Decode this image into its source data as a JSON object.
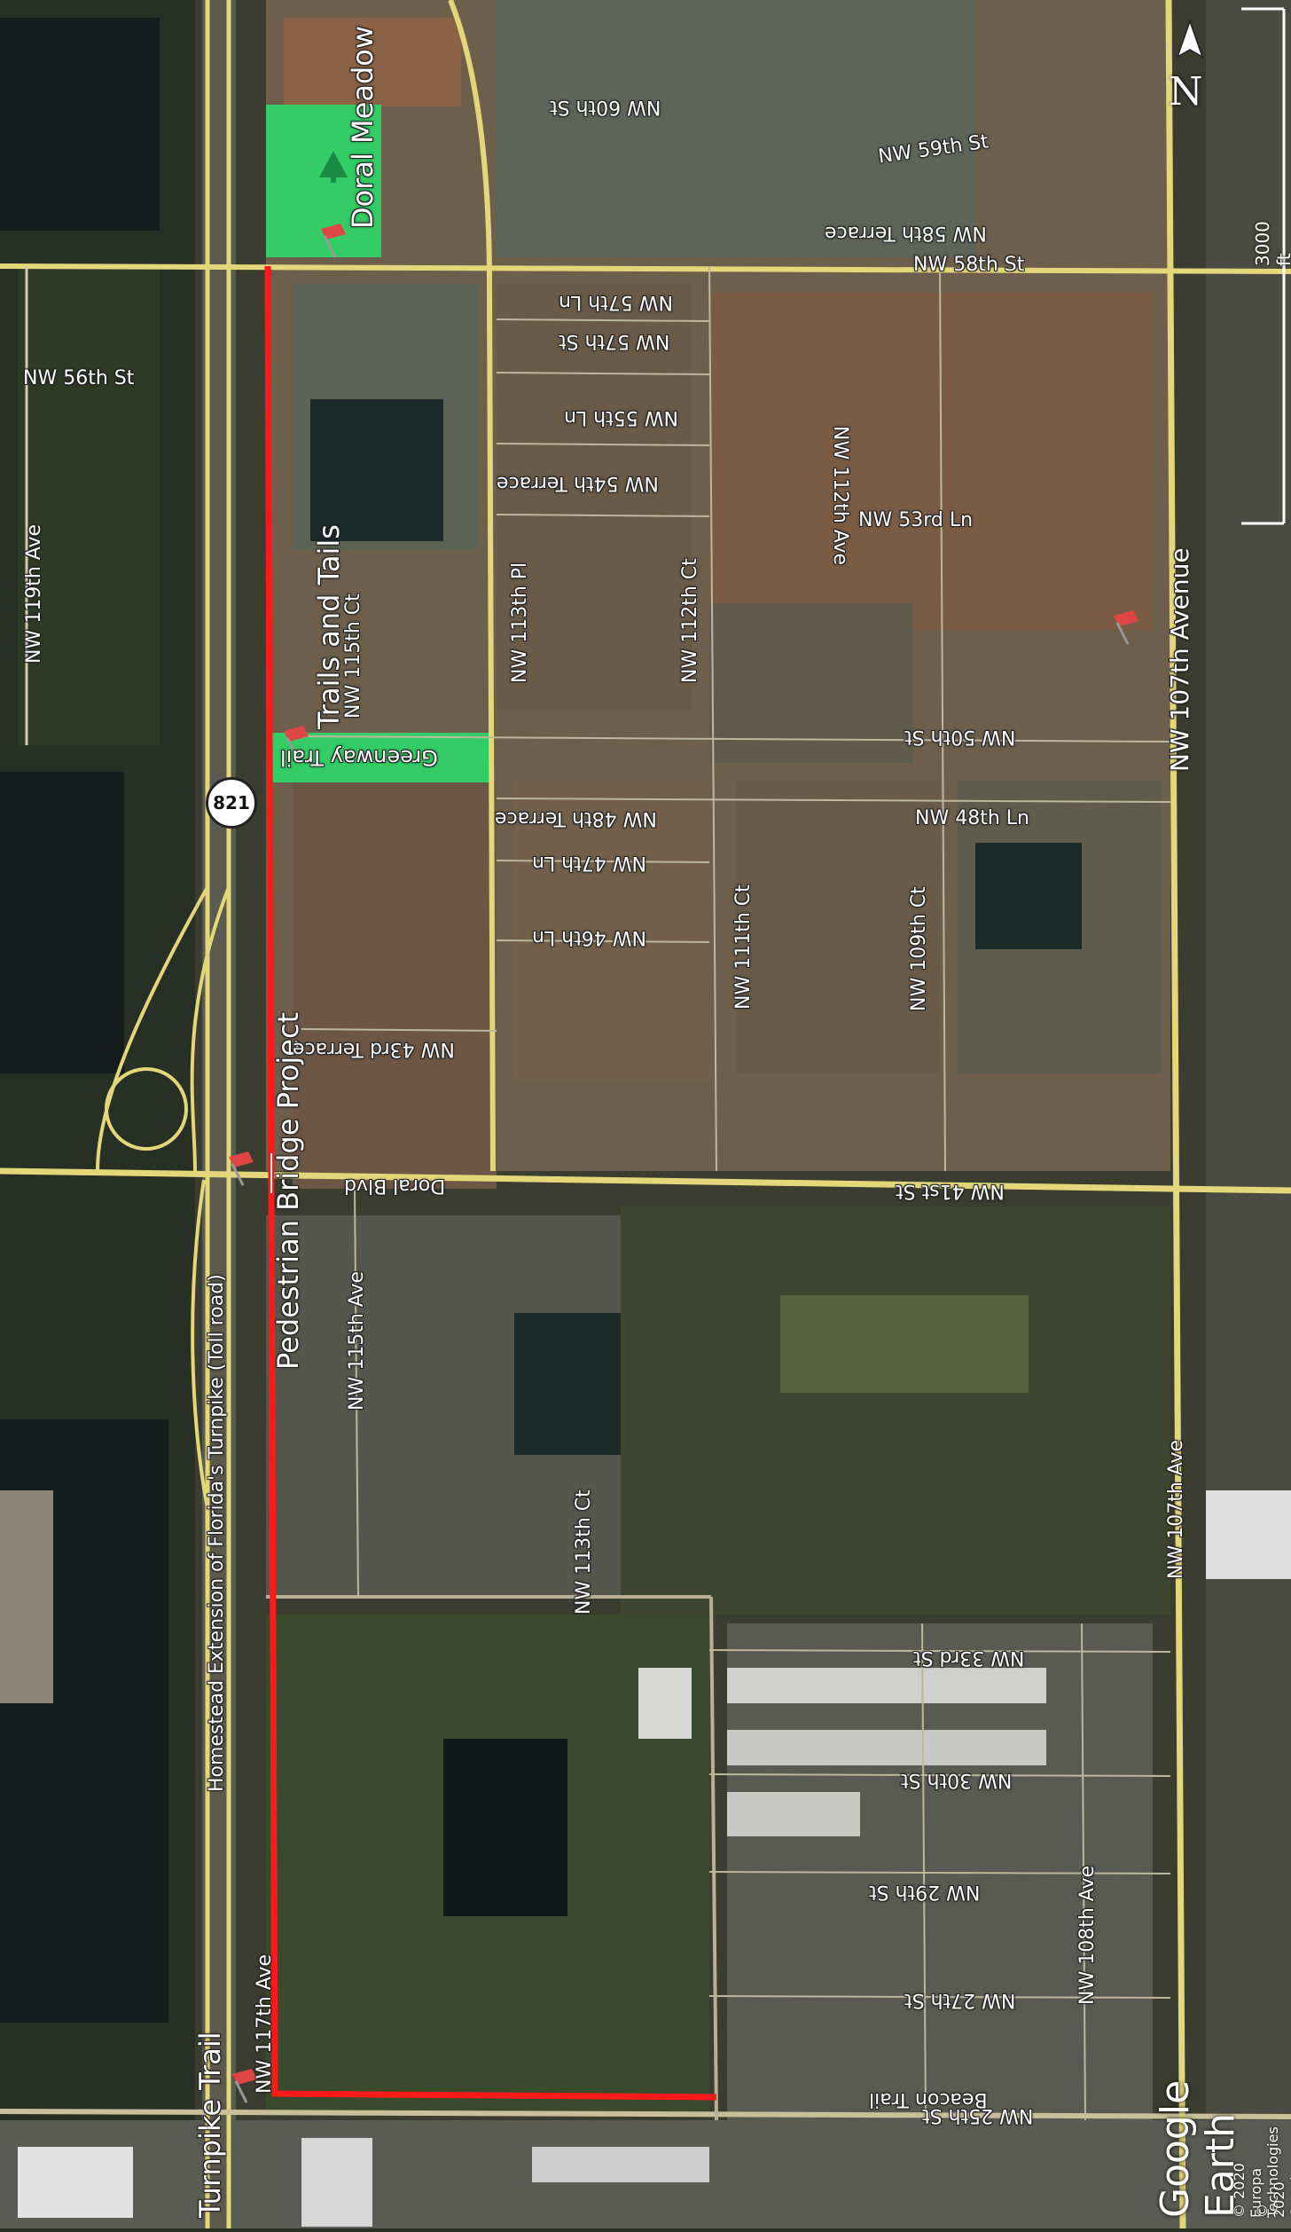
{
  "map": {
    "colors": {
      "road": "#e4d77a",
      "route": "#ff1a1a",
      "park": "#33cc66",
      "water": "#1c2a28",
      "urban": "#6b6758"
    },
    "labels": {
      "doral_meadow": "Doral Meadow",
      "trails_and_tails": "Trails and Tails",
      "greenway_trail": "Greenway Trail",
      "pedestrian_bridge": "Pedestrian Bridge Project",
      "turnpike_trail": "Turnpike Trail",
      "homestead_ext": "Homestead Extension of Florida's Turnpike (Toll road)",
      "shield_821": "821",
      "nw_60th_st": "NW 60th St",
      "nw_59th_st": "NW 59th St",
      "nw_58th_terrace": "NW 58th Terrace",
      "nw_58th_st": "NW 58th St",
      "nw_57th_ln": "NW 57th Ln",
      "nw_57th_st": "NW 57th St",
      "nw_56th_st": "NW 56th St",
      "nw_55th_ln": "NW 55th Ln",
      "nw_54th_terrace": "NW 54th Terrace",
      "nw_53rd_ln": "NW 53rd Ln",
      "nw_112th_ave": "NW 112th Ave",
      "nw_119th_ave": "NW 119th Ave",
      "nw_113th_pl": "NW 113th Pl",
      "nw_112th_ct": "NW 112th Ct",
      "nw_115th_ct": "NW 115th Ct",
      "nw_107th_avenue": "NW 107th Avenue",
      "nw_50th_st": "NW 50th St",
      "nw_48th_terrace": "NW 48th Terrace",
      "nw_48th_ln": "NW 48th Ln",
      "nw_47th_ln": "NW 47th Ln",
      "nw_46th_ln": "NW 46th Ln",
      "nw_111th_ct": "NW 111th Ct",
      "nw_109th_ct": "NW 109th Ct",
      "nw_43rd_terrace": "NW 43rd Terrace",
      "doral_blvd": "Doral Blvd",
      "nw_41st_st": "NW 41st St",
      "nw_115th_ave": "NW 115th Ave",
      "nw_113th_ct": "NW 113th Ct",
      "nw_107th_ave": "NW 107th Ave",
      "nw_33rd_st": "NW 33rd St",
      "nw_30th_st": "NW 30th St",
      "nw_29th_st": "NW 29th St",
      "nw_108th_ave": "NW 108th Ave",
      "nw_27th_st": "NW 27th St",
      "nw_117th_ave": "NW 117th Ave",
      "nw_25th_st": "NW 25th St",
      "beacon_trail": "Beacon Trail"
    },
    "scale_label": "3000 ft",
    "north_label": "N",
    "attribution": "Google Earth",
    "copyright_1": "© 2020 Europa Technologies",
    "copyright_2": "© 2020 Google",
    "icons": [
      "north-arrow-icon",
      "placemark-pin-icon",
      "park-tree-icon",
      "route-shield-icon"
    ]
  }
}
